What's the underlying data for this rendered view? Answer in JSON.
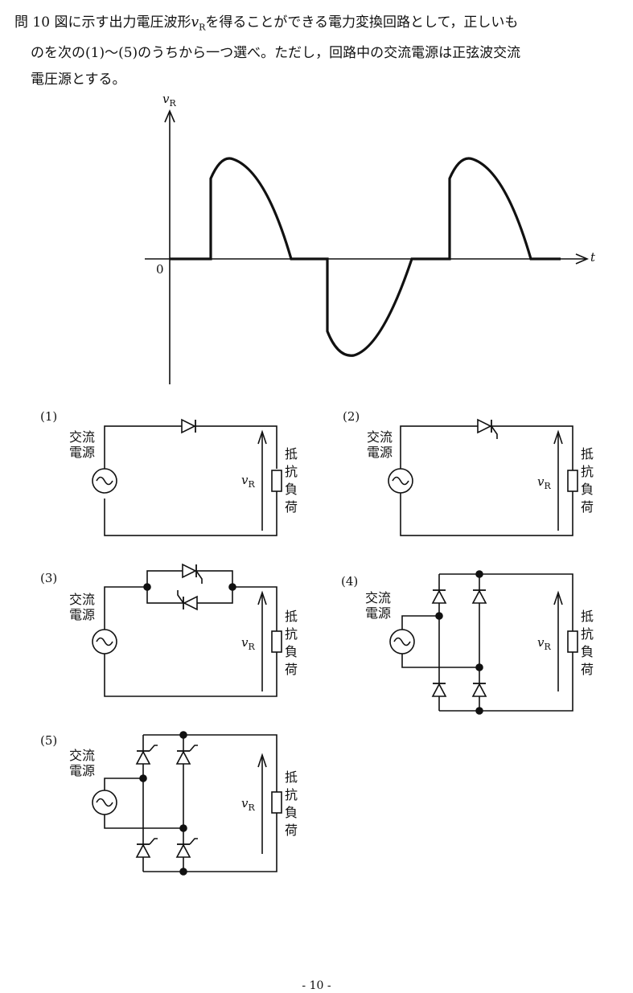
{
  "question": {
    "number": "問 10",
    "line1": "図に示す出力電圧波形",
    "line1b": "を得ることができる電力変換回路として，正しいも",
    "line2": "のを次の(1)～(5)のうちから一つ選べ。ただし，回路中の交流電源は正弦波交流",
    "line3": "電圧源とする。",
    "symbol_v": "v",
    "symbol_sub": "R"
  },
  "waveform": {
    "ylabel": "v",
    "ylabel_sub": "R",
    "xlabel": "t",
    "origin": "0"
  },
  "circuits": [
    {
      "id": "(1)",
      "device": "diode"
    },
    {
      "id": "(2)",
      "device": "thyristor"
    },
    {
      "id": "(3)",
      "device": "antiparallel thyristors"
    },
    {
      "id": "(4)",
      "device": "diode bridge"
    },
    {
      "id": "(5)",
      "device": "thyristor bridge"
    }
  ],
  "labels": {
    "source_line1": "交流",
    "source_line2": "電源",
    "load": [
      "抵",
      "抗",
      "負",
      "荷"
    ],
    "v": "v",
    "v_sub": "R"
  },
  "page": "- 10 -"
}
